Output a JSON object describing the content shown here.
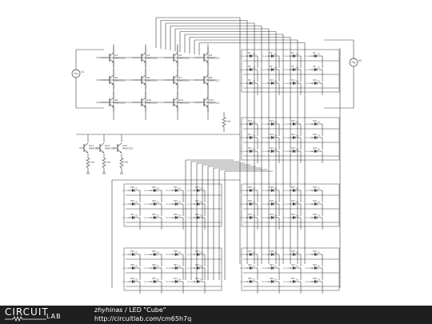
{
  "footer": {
    "logo_top": "CIRCUIT",
    "logo_bottom": "LAB",
    "author": "zhyhinas",
    "separator": " / ",
    "title": "LED \"Cube\"",
    "url": "http://circuitlab.com/cm65h7q"
  },
  "colors": {
    "wire": "#3c3c3c",
    "footer_bg": "#1f1f1f",
    "footer_text": "#ffffff"
  },
  "schematic": {
    "sources": [
      {
        "label": "V1"
      },
      {
        "label": "V2"
      }
    ],
    "transistor_part": "MMBT2222",
    "transistor_labels": [
      "Q1",
      "Q2",
      "Q3",
      "Q4",
      "Q5",
      "Q6",
      "Q7",
      "Q8",
      "Q9",
      "Q10",
      "Q11",
      "Q12"
    ],
    "lower_transistors": [
      "Q13",
      "Q14",
      "Q15"
    ],
    "resistor_value": "1kΩ",
    "led_part": "LTL-307EE",
    "led_prefix": "D"
  }
}
